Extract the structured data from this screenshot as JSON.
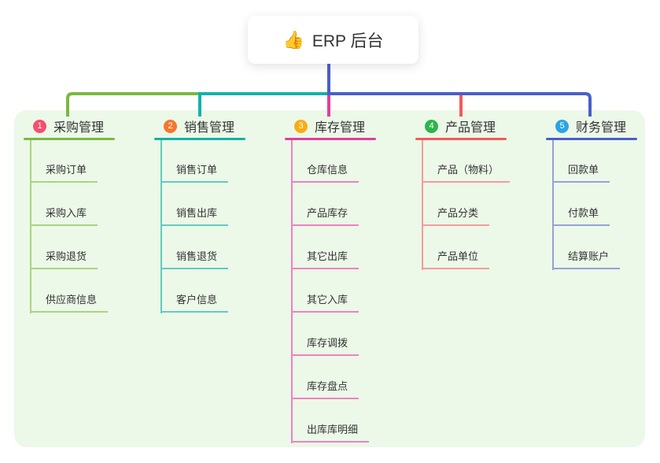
{
  "root": {
    "icon": "👍",
    "label": "ERP 后台"
  },
  "canvas": {
    "background": "#ffffff",
    "panel_color": "#ecf8e8",
    "trunk_color": "#4a5ecb"
  },
  "branches": [
    {
      "index": "1",
      "label": "采购管理",
      "badge_color": "#f4506e",
      "line_color": "#7cb840",
      "child_line_color": "#abd47f",
      "children": [
        "采购订单",
        "采购入库",
        "采购退货",
        "供应商信息"
      ]
    },
    {
      "index": "2",
      "label": "销售管理",
      "badge_color": "#f4772e",
      "line_color": "#12b3a8",
      "child_line_color": "#63cbc2",
      "children": [
        "销售订单",
        "销售出库",
        "销售退货",
        "客户信息"
      ]
    },
    {
      "index": "3",
      "label": "库存管理",
      "badge_color": "#f9ad14",
      "line_color": "#e23da0",
      "child_line_color": "#ef82c1",
      "children": [
        "仓库信息",
        "产品库存",
        "其它出库",
        "其它入库",
        "库存调拨",
        "库存盘点",
        "出库库明细"
      ]
    },
    {
      "index": "4",
      "label": "产品管理",
      "badge_color": "#2eb34f",
      "line_color": "#f25a5a",
      "child_line_color": "#f79b9b",
      "children": [
        "产品（物料）",
        "产品分类",
        "产品单位"
      ]
    },
    {
      "index": "5",
      "label": "财务管理",
      "badge_color": "#2aa5e4",
      "line_color": "#4a5ecb",
      "child_line_color": "#93a2da",
      "children": [
        "回款单",
        "付款单",
        "结算账户"
      ]
    }
  ]
}
